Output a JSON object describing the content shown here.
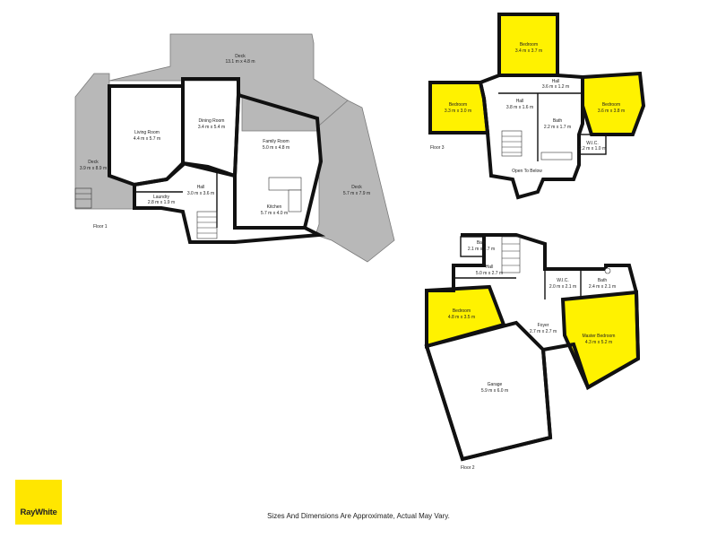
{
  "floors": [
    {
      "label": "Floor 1",
      "rooms": [
        {
          "name": "Deck",
          "dims": "13.1 m x 4.8 m"
        },
        {
          "name": "Living Room",
          "dims": "4.4 m x 5.7 m"
        },
        {
          "name": "Dining Room",
          "dims": "3.4 m x 5.4 m"
        },
        {
          "name": "Family Room",
          "dims": "5.0 m x 4.8 m"
        },
        {
          "name": "Deck",
          "dims": "3.9 m x 8.9 m"
        },
        {
          "name": "Hall",
          "dims": "3.0 m x 3.6 m"
        },
        {
          "name": "Laundry",
          "dims": "2.8 m x 1.9 m"
        },
        {
          "name": "Kitchen",
          "dims": "5.7 m x 4.0 m"
        },
        {
          "name": "Deck",
          "dims": "5.7 m x 7.9 m"
        }
      ]
    },
    {
      "label": "Floor 3",
      "rooms": [
        {
          "name": "Bedroom",
          "dims": "3.4 m x 3.7 m"
        },
        {
          "name": "Hall",
          "dims": "3.6 m x 1.2 m"
        },
        {
          "name": "Bedroom",
          "dims": "3.3 m x 3.0 m"
        },
        {
          "name": "Hall",
          "dims": "3.8 m x 1.6 m"
        },
        {
          "name": "Bedroom",
          "dims": "3.6 m x 3.8 m"
        },
        {
          "name": "Bath",
          "dims": "2.2 m x 1.7 m"
        },
        {
          "name": "W.I.C.",
          "dims": "2.2 m x 1.0 m"
        },
        {
          "name": "Open To Below",
          "dims": ""
        }
      ]
    },
    {
      "label": "Floor 2",
      "rooms": [
        {
          "name": "Bath",
          "dims": "2.1 m x 1.7 m"
        },
        {
          "name": "Hall",
          "dims": "5.0 m x 2.7 m"
        },
        {
          "name": "W.I.C.",
          "dims": "2.0 m x 2.1 m"
        },
        {
          "name": "Bath",
          "dims": "2.4 m x 2.1 m"
        },
        {
          "name": "Bedroom",
          "dims": "4.8 m x 3.5 m"
        },
        {
          "name": "Foyer",
          "dims": "2.7 m x 2.7 m"
        },
        {
          "name": "Master Bedroom",
          "dims": "4.3 m x 5.2 m"
        },
        {
          "name": "Garage",
          "dims": "5.9 m x 6.0 m"
        }
      ]
    }
  ],
  "footer": {
    "disclaimer": "Sizes And Dimensions Are Approximate, Actual May Vary."
  },
  "brand": {
    "name": "RayWhite",
    "color": "#ffe600"
  },
  "colors": {
    "bedroom_fill": "#fff200",
    "deck_fill": "#b8b8b8",
    "wall": "#111111"
  }
}
